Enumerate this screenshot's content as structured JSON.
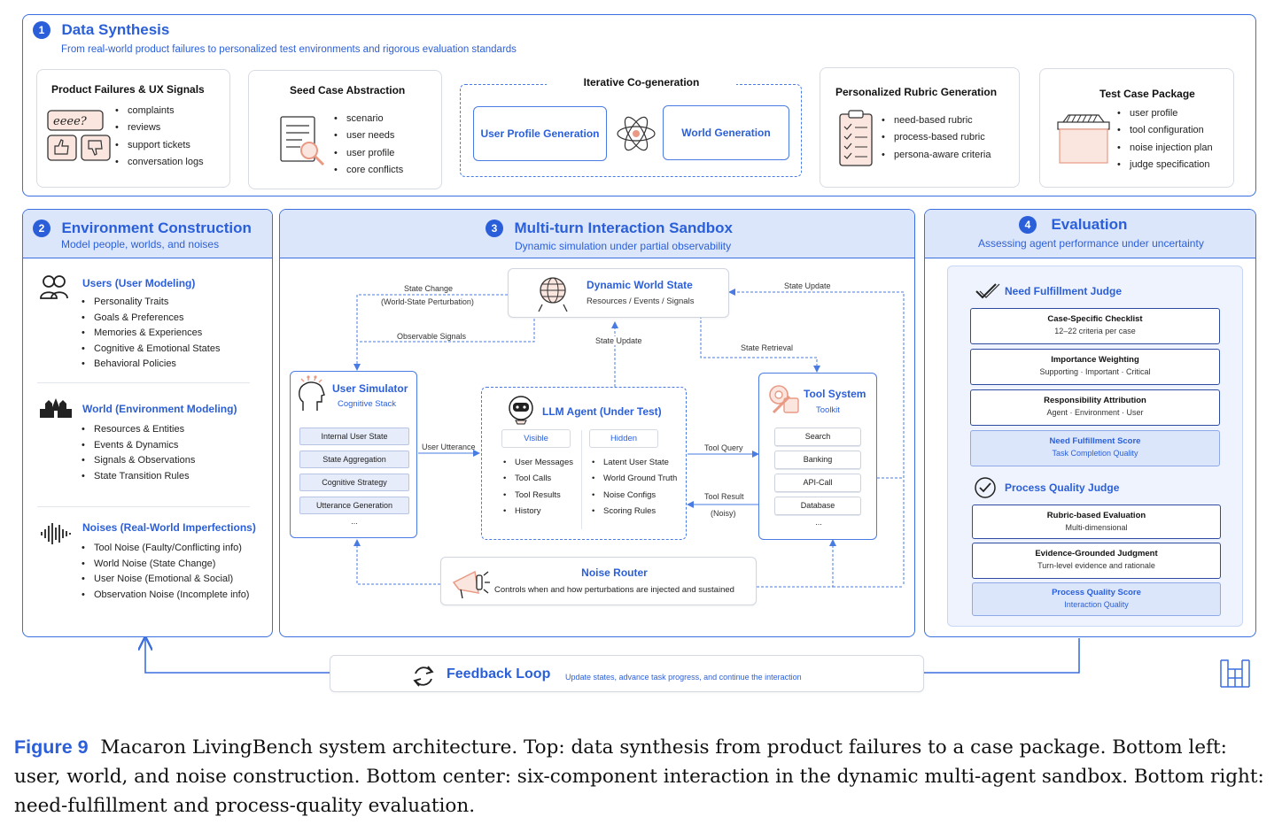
{
  "synthesis": {
    "number": "1",
    "title": "Data Synthesis",
    "subtitle": "From real-world product failures to personalized test environments and rigorous evaluation standards",
    "failures": {
      "title": "Product Failures & UX Signals",
      "icon_text": "eeee?",
      "items": [
        "complaints",
        "reviews",
        "support tickets",
        "conversation logs"
      ]
    },
    "seed": {
      "title": "Seed Case Abstraction",
      "items": [
        "scenario",
        "user needs",
        "user profile",
        "core conflicts"
      ]
    },
    "cogen": {
      "title": "Iterative Co-generation",
      "left": "User Profile Generation",
      "right": "World Generation"
    },
    "rubric": {
      "title": "Personalized Rubric Generation",
      "items": [
        "need-based rubric",
        "process-based rubric",
        "persona-aware criteria"
      ]
    },
    "package": {
      "title": "Test Case Package",
      "items": [
        "user profile",
        "tool configuration",
        "noise injection plan",
        "judge specification"
      ]
    }
  },
  "environment": {
    "number": "2",
    "title": "Environment Construction",
    "subtitle": "Model people, worlds, and noises",
    "users": {
      "title": "Users (User Modeling)",
      "items": [
        "Personality Traits",
        "Goals & Preferences",
        "Memories & Experiences",
        "Cognitive & Emotional States",
        "Behavioral Policies"
      ]
    },
    "world": {
      "title": "World (Environment Modeling)",
      "items": [
        "Resources & Entities",
        "Events & Dynamics",
        "Signals & Observations",
        "State Transition Rules"
      ]
    },
    "noises": {
      "title": "Noises (Real-World Imperfections)",
      "items": [
        "Tool Noise (Faulty/Conflicting info)",
        "World Noise (State Change)",
        "User Noise (Emotional & Social)",
        "Observation Noise (Incomplete info)"
      ]
    }
  },
  "sandbox": {
    "number": "3",
    "title": "Multi-turn Interaction Sandbox",
    "subtitle": "Dynamic simulation under partial observability",
    "world_state": {
      "title": "Dynamic World State",
      "sub": "Resources / Events / Signals"
    },
    "user_sim": {
      "title": "User Simulator",
      "sub": "Cognitive Stack",
      "stack": [
        "Internal User State",
        "State Aggregation",
        "Cognitive Strategy",
        "Utterance Generation"
      ],
      "more": "..."
    },
    "agent": {
      "title": "LLM Agent (Under Test)",
      "visible": "Visible",
      "hidden": "Hidden",
      "visible_items": [
        "User Messages",
        "Tool Calls",
        "Tool Results",
        "History"
      ],
      "hidden_items": [
        "Latent User State",
        "World Ground Truth",
        "Noise Configs",
        "Scoring Rules"
      ]
    },
    "tools": {
      "title": "Tool System",
      "sub": "Toolkit",
      "items": [
        "Search",
        "Banking",
        "API-Call",
        "Database"
      ],
      "more": "..."
    },
    "noise_router": {
      "title": "Noise Router",
      "sub": "Controls when and how perturbations are injected and sustained"
    },
    "labels": {
      "state_change": "State Change",
      "state_change_sub": "(World-State Perturbation)",
      "observable": "Observable Signals",
      "state_update_top": "State Update",
      "state_update_mid": "State Update",
      "state_retrieval": "State Retrieval",
      "user_utterance": "User Utterance",
      "tool_query": "Tool Query",
      "tool_result": "Tool Result",
      "noisy": "(Noisy)"
    }
  },
  "evaluation": {
    "number": "4",
    "title": "Evaluation",
    "subtitle": "Assessing agent performance under uncertainty",
    "need_judge": {
      "title": "Need Fulfillment Judge",
      "boxes": [
        {
          "t": "Case-Specific Checklist",
          "s": "12–22 criteria per case"
        },
        {
          "t": "Importance Weighting",
          "s": "Supporting · Important · Critical"
        },
        {
          "t": "Responsibility Attribution",
          "s": "Agent · Environment · User"
        }
      ],
      "score": {
        "t": "Need Fulfillment Score",
        "s": "Task Completion Quality"
      }
    },
    "process_judge": {
      "title": "Process Quality Judge",
      "boxes": [
        {
          "t": "Rubric-based Evaluation",
          "s": "Multi-dimensional"
        },
        {
          "t": "Evidence-Grounded Judgment",
          "s": "Turn-level evidence and rationale"
        }
      ],
      "score": {
        "t": "Process Quality Score",
        "s": "Interaction Quality"
      }
    }
  },
  "feedback": {
    "title": "Feedback Loop",
    "sub": "Update states, advance task progress, and continue the interaction"
  },
  "caption": {
    "label": "Figure 9",
    "text": "Macaron LivingBench system architecture. Top: data synthesis from product failures to a case package. Bottom left: user, world, and noise construction. Bottom center: six-component interaction in the dynamic multi-agent sandbox. Bottom right: need-fulfillment and process-quality evaluation."
  },
  "colors": {
    "accent": "#2b5fd9",
    "panel_fill": "#dbe6fb",
    "icon_accent": "#e89a85"
  }
}
